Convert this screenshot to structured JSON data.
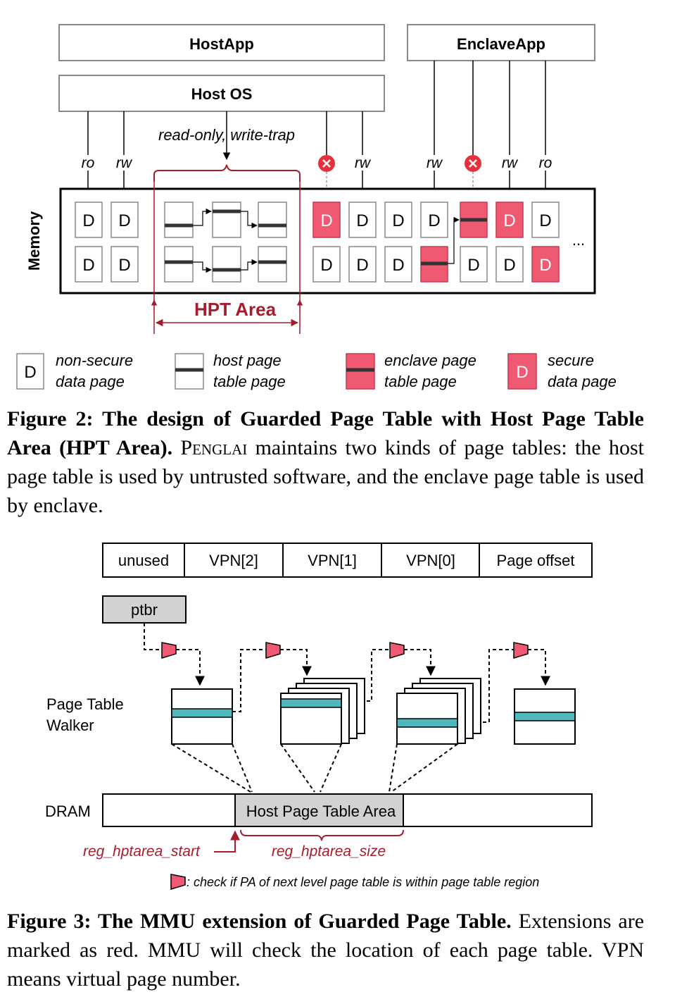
{
  "colors": {
    "red": "#ef5a72",
    "dark_red": "#a51d2d",
    "teal": "#4fb8bd",
    "grey": "#d2d2d2"
  },
  "fig2": {
    "host_app": "HostApp",
    "host_os": "Host OS",
    "enclave_app": "EnclaveApp",
    "memory_label": "Memory",
    "annotation": "read-only, write-trap",
    "perm": [
      "ro",
      "rw",
      "rw",
      "rw",
      "rw",
      "ro"
    ],
    "page_letter": "D",
    "ellipsis": "...",
    "hpt_area": "HPT Area",
    "legend": [
      {
        "line1": "non-secure",
        "line2": "data page"
      },
      {
        "line1": "host page",
        "line2": "table page"
      },
      {
        "line1": "enclave page",
        "line2": "table page"
      },
      {
        "line1": "secure",
        "line2": "data page"
      }
    ]
  },
  "caption2": {
    "bold": "Figure 2: The design of Guarded Page Table with Host Page Table Area (HPT Area).",
    "name": "Penglai",
    "rest": "maintains two kinds of page tables: the host page table is used by untrusted software, and the enclave page table is used by enclave."
  },
  "fig3": {
    "va_fields": [
      "unused",
      "VPN[2]",
      "VPN[1]",
      "VPN[0]",
      "Page offset"
    ],
    "ptbr": "ptbr",
    "ptw_line1": "Page Table",
    "ptw_line2": "Walker",
    "dram": "DRAM",
    "hpt_area": "Host Page Table Area",
    "reg_start": "reg_hptarea_start",
    "reg_size": "reg_hptarea_size",
    "check_note": ": check if PA of next level page table is within page table region"
  },
  "caption3": {
    "bold": "Figure 3: The MMU extension of Guarded Page Table.",
    "rest": "Extensions are marked as red. MMU will check the location of each page table. VPN means virtual page number."
  }
}
